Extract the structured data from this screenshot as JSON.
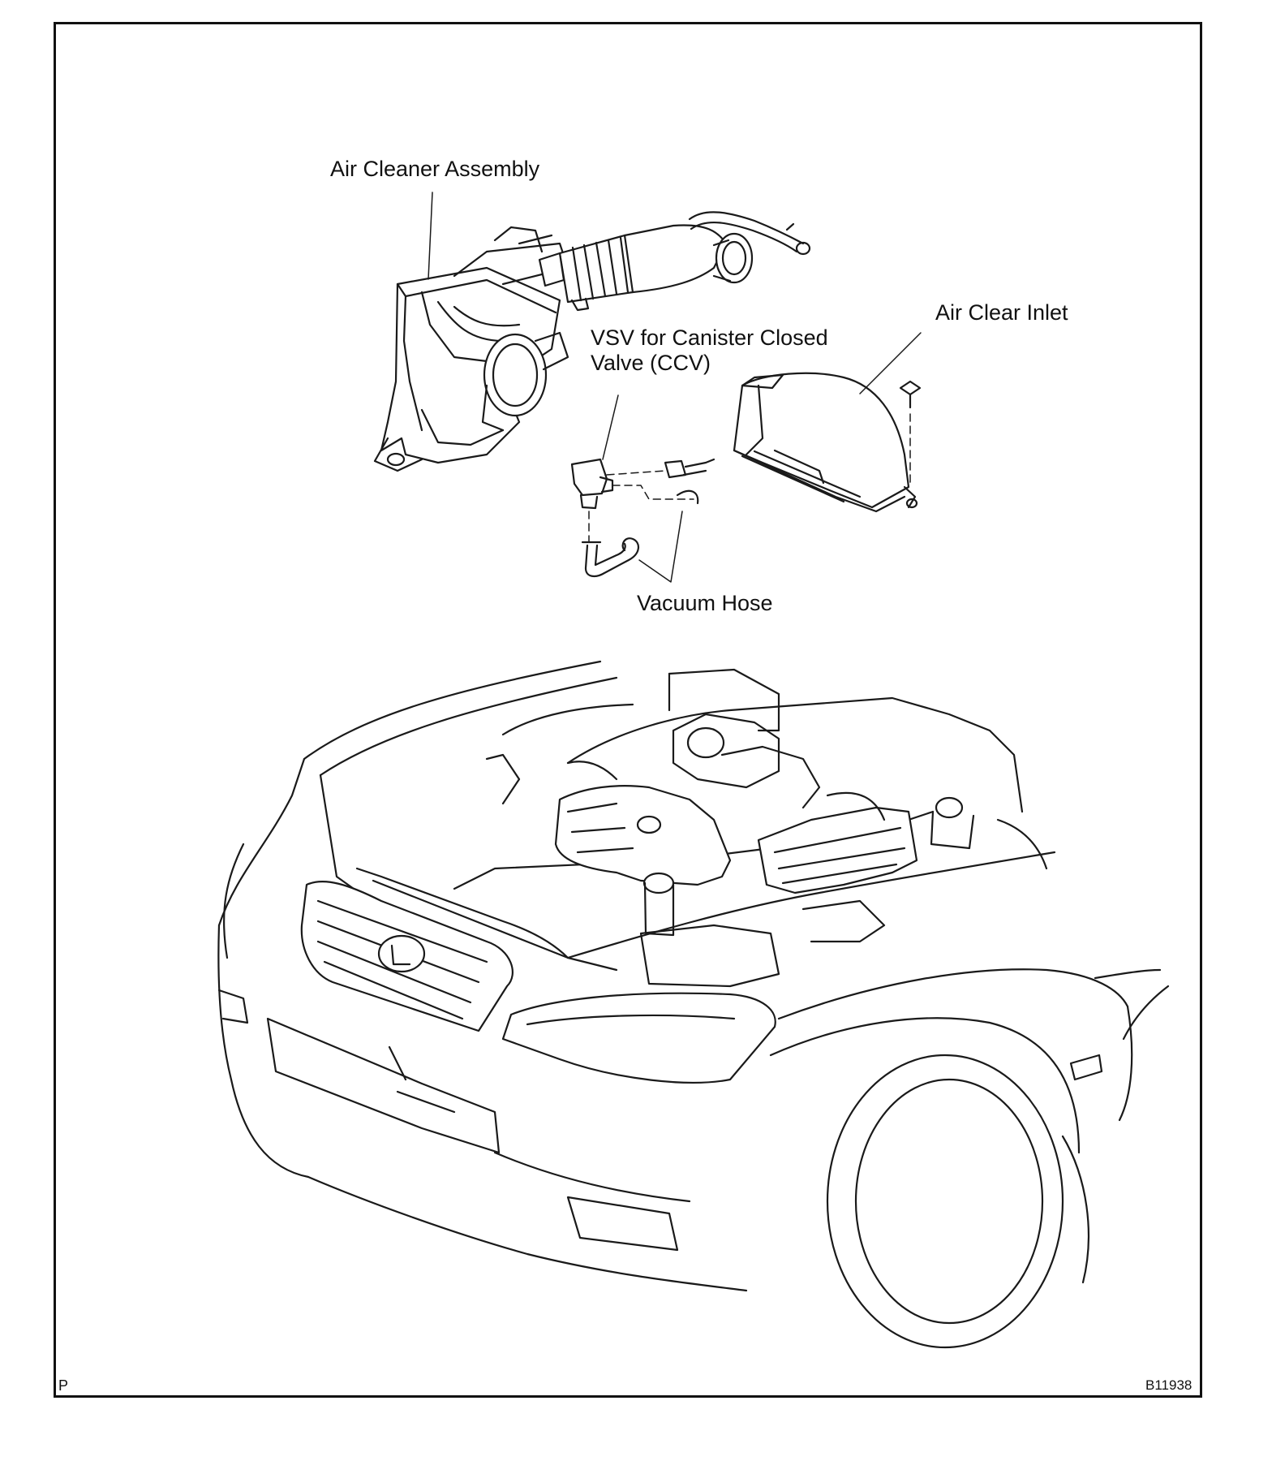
{
  "figure": {
    "labels": {
      "air_cleaner_assembly": "Air Cleaner Assembly",
      "air_clear_inlet": "Air Clear Inlet",
      "vsv_line1": "VSV for Canister Closed",
      "vsv_line2": "Valve (CCV)",
      "vacuum_hose": "Vacuum Hose"
    },
    "corner_mark": "P",
    "figure_code": "B11938"
  }
}
